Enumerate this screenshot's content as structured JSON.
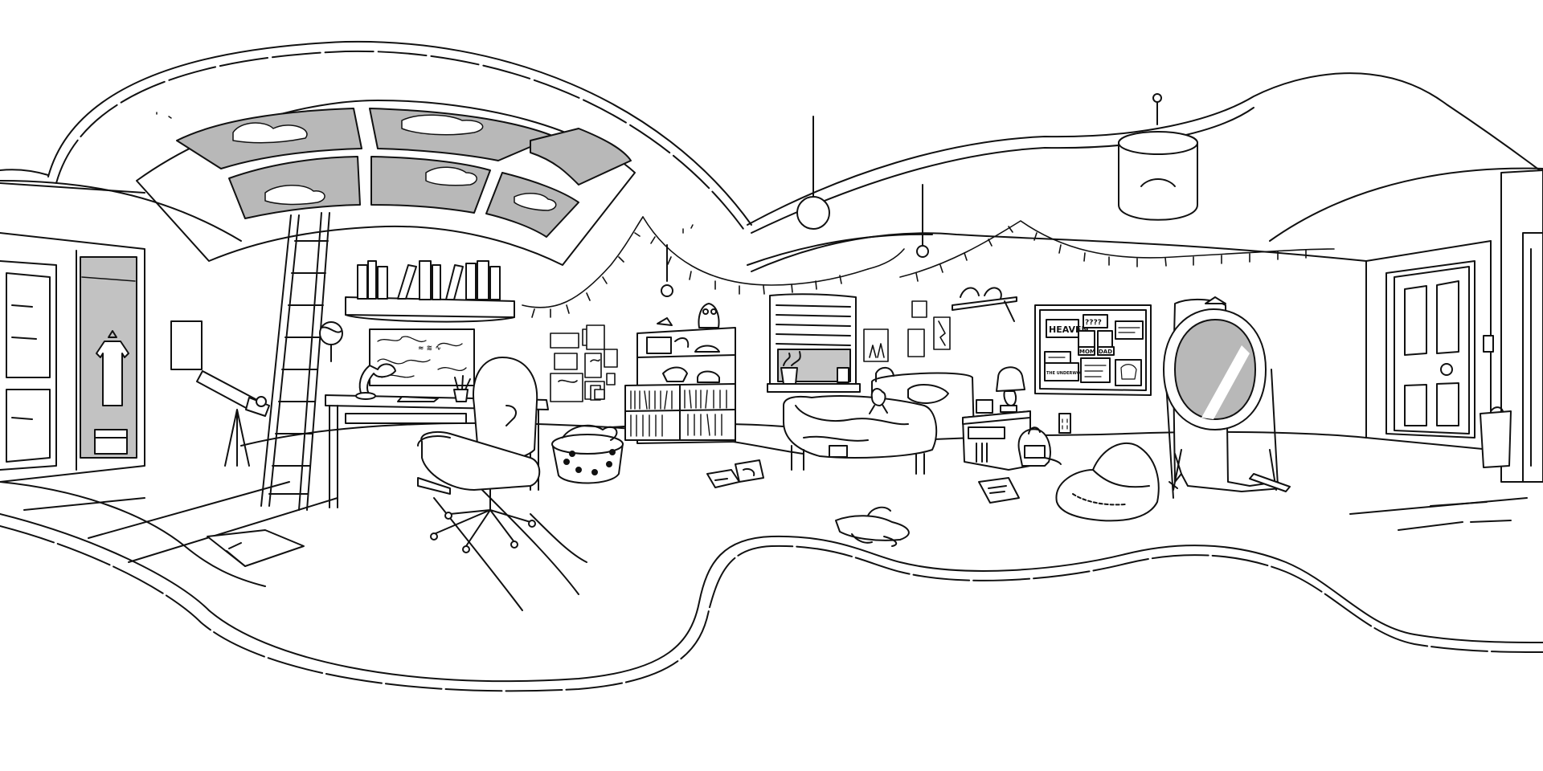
{
  "scene": {
    "description_visible_text_only": true,
    "corkboard": {
      "note_main": "HEAVEN",
      "note_question": "????",
      "note_mom": "MOM",
      "note_dad": "DAD",
      "note_underworld": "THE UNDERWORLD"
    },
    "colors": {
      "line": "#111111",
      "sky_glass": "#b8b8b8",
      "mirror_glass": "#b8b8b8",
      "closet_interior": "#c2c2c2",
      "window_glass": "#c6c6c6",
      "background": "#ffffff"
    }
  }
}
